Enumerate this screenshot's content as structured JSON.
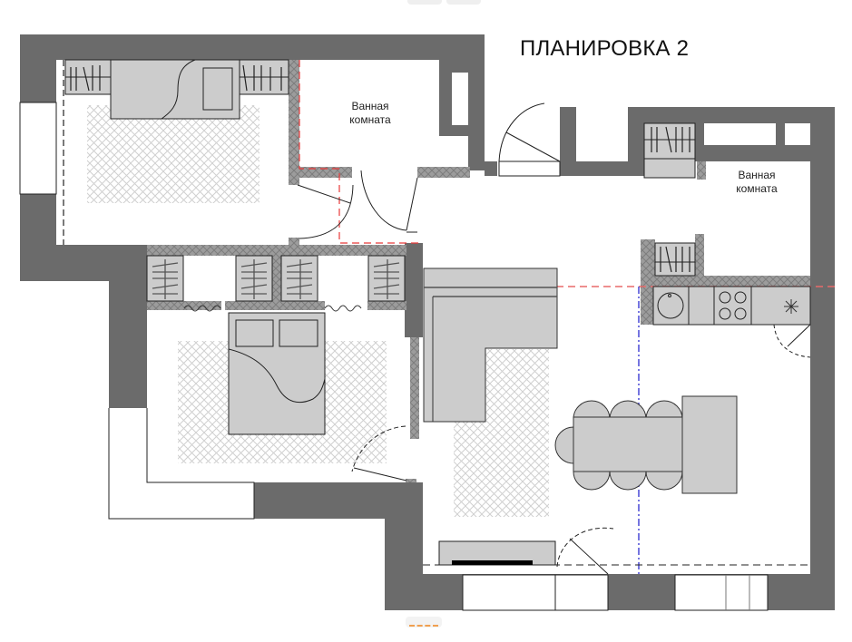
{
  "plan": {
    "title": "ПЛАНИРОВКА 2",
    "rooms": [
      {
        "id": "bathroom-1",
        "label_line1": "Ванная",
        "label_line2": "комната"
      },
      {
        "id": "bathroom-2",
        "label_line1": "Ванная",
        "label_line2": "комната"
      }
    ],
    "colors": {
      "wall": "#6b6b6b",
      "partition": "#9a9a9a",
      "furniture": "#cccccc",
      "outline": "#222222",
      "red_axis": "#e83a3a",
      "blue_axis": "#1a1acc",
      "rug_hatch": "#d2d2d2"
    },
    "furniture": [
      "wardrobe",
      "bed",
      "nightstand",
      "corner-sofa",
      "dining-table",
      "chairs",
      "kitchen-counter",
      "sink",
      "hob",
      "tv-stand",
      "cabinet"
    ]
  },
  "controls": {
    "top_buttons": [
      "",
      ""
    ],
    "bottom_button": ""
  }
}
